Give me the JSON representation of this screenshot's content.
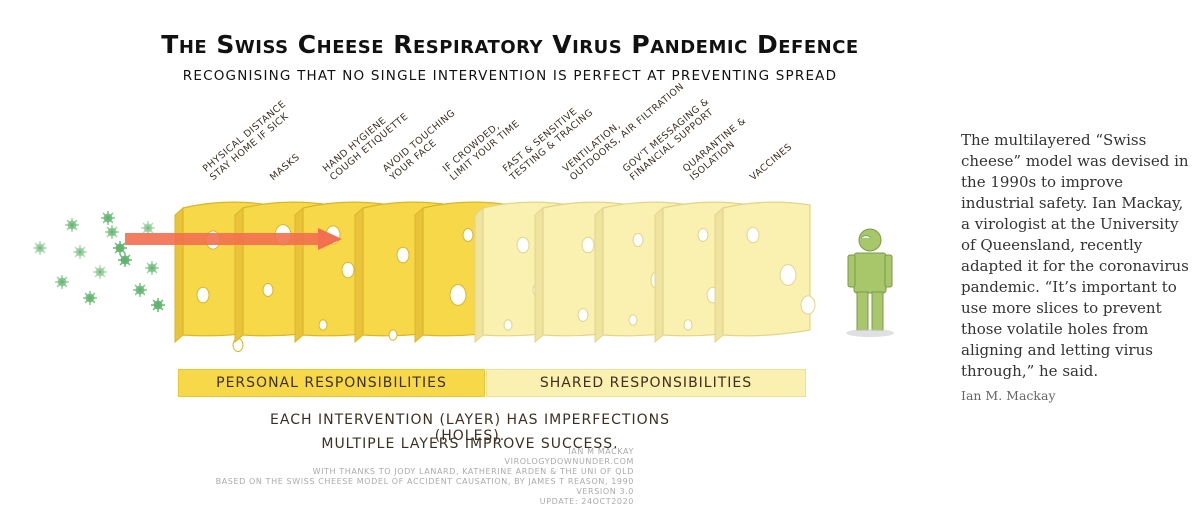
{
  "diagram": {
    "title": "The Swiss Cheese Respiratory Virus Pandemic Defence",
    "subtitle": "Recognising that no single intervention is perfect at preventing spread",
    "layers": [
      {
        "lines": [
          "Physical distance",
          "stay home if sick"
        ]
      },
      {
        "lines": [
          "Masks"
        ]
      },
      {
        "lines": [
          "Hand hygiene",
          "cough etiquette"
        ]
      },
      {
        "lines": [
          "Avoid touching",
          "your face"
        ]
      },
      {
        "lines": [
          "If crowded,",
          "limit your time"
        ]
      },
      {
        "lines": [
          "Fast & sensitive",
          "testing & tracing"
        ]
      },
      {
        "lines": [
          "Ventilation,",
          "outdoors, air filtration"
        ]
      },
      {
        "lines": [
          "Gov't messaging &",
          "financial support"
        ]
      },
      {
        "lines": [
          "Quarantine &",
          "isolation"
        ]
      },
      {
        "lines": [
          "Vaccines"
        ]
      }
    ],
    "bands": {
      "personal": "Personal responsibilities",
      "shared": "Shared responsibilities"
    },
    "caption": {
      "line1": "Each intervention (layer) has imperfections (holes).",
      "line2": "Multiple layers improve success."
    },
    "credits": [
      "Ian M Mackay",
      "virologydownunder.com",
      "With thanks to Jody Lanard, Katherine Arden & the Uni of Qld",
      "Based on the Swiss cheese model of accident causation, by James T Reason, 1990",
      "Version 3.0",
      "Update: 24Oct2020"
    ],
    "colors": {
      "personal": "#f7d848",
      "shared": "#faf0b0",
      "arrow": "#f26f4f",
      "virus": "#5fb36b",
      "person": "#a8c76a"
    }
  },
  "side": {
    "text": "The multilayered “Swiss cheese” model was devised in the 1990s to improve industrial safety. Ian Mackay, a virologist at the University of Queensland, recently adapted it for the coronavirus pandemic. “It’s important to use more slices to prevent those volatile holes from aligning and letting virus through,” he said.",
    "author": "Ian M. Mackay"
  }
}
